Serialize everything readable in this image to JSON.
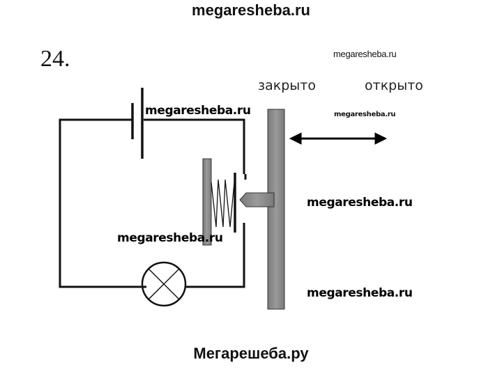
{
  "header": {
    "watermark": "megaresheba.ru"
  },
  "problem": {
    "number": "24."
  },
  "diagram": {
    "labels": {
      "closed": "закрыто",
      "open": "открыто"
    },
    "components": [
      "battery",
      "lamp",
      "spring-contact",
      "sliding-bar",
      "double-arrow"
    ],
    "colors": {
      "wire": "#111111",
      "bar_fill": "#8a8a8a",
      "bar_stroke": "#333333"
    }
  },
  "watermarks": {
    "small_top_right": "megaresheba.ru",
    "tiny_arrow": "megaresheba.ru",
    "battery": "megaresheba.ru",
    "spring": "megaresheba.ru",
    "right_mid": "megaresheba.ru",
    "right_bottom": "megaresheba.ru"
  },
  "footer": {
    "watermark": "Мегарешеба.ру"
  }
}
